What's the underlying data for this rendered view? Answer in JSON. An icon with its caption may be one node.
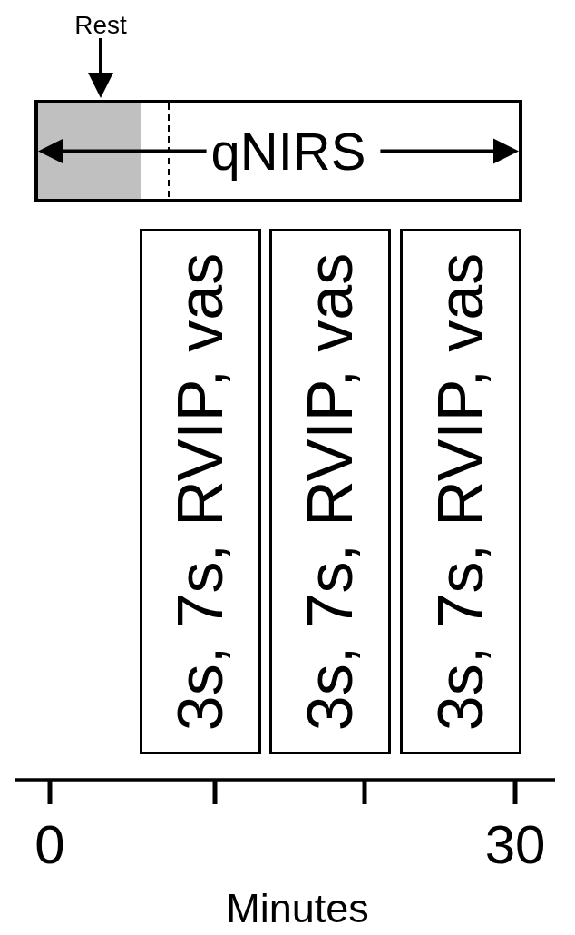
{
  "diagram": {
    "nodes": [
      {
        "text": [
          "Rest"
        ]
      },
      {
        "text": [
          "qNIRS"
        ]
      },
      {
        "text": [],
        "shape": "box",
        "in": 1
      },
      {
        "text": [
          "3s, 7s, RVIP, vas"
        ]
      },
      {
        "text": [
          "3s, 7s, RVIP, vas"
        ]
      },
      {
        "text": [
          "3s, 7s, RVIP, vas"
        ]
      }
    ],
    "edges": [
      {
        "from": 0,
        "to": 2,
        "arrow": "to"
      }
    ],
    "labels": [
      "0",
      "30",
      "Minutes"
    ]
  }
}
